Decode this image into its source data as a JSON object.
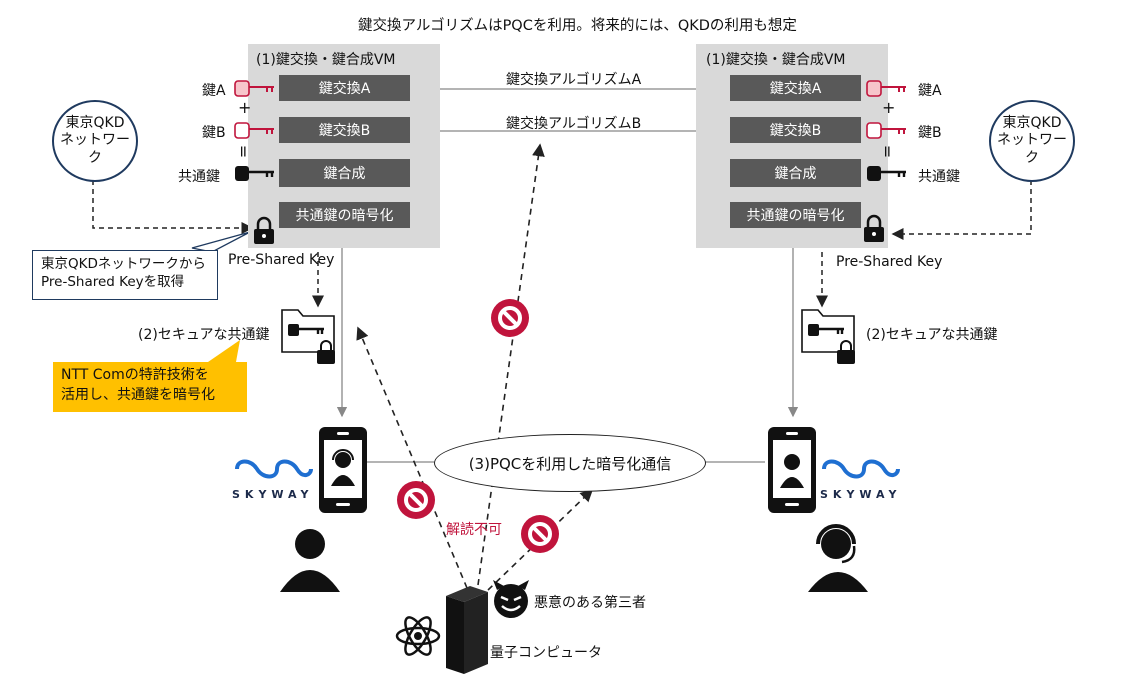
{
  "header": {
    "title": "鍵交換アルゴリズムはPQCを利用。将来的には、QKDの利用も想定"
  },
  "left_vm": {
    "title": "(1)鍵交換・鍵合成VM",
    "ops": [
      "鍵交換A",
      "鍵交換B",
      "鍵合成",
      "共通鍵の暗号化"
    ],
    "key_a": "鍵A",
    "key_b": "鍵B",
    "common_key": "共通鍵",
    "plus": "+",
    "equals": "="
  },
  "right_vm": {
    "title": "(1)鍵交換・鍵合成VM",
    "ops": [
      "鍵交換A",
      "鍵交換B",
      "鍵合成",
      "共通鍵の暗号化"
    ],
    "key_a": "鍵A",
    "key_b": "鍵B",
    "common_key": "共通鍵",
    "plus": "+",
    "equals": "="
  },
  "algorithms": {
    "a": "鍵交換アルゴリズムA",
    "b": "鍵交換アルゴリズムB"
  },
  "qkd": {
    "left": [
      "東京QKD",
      "ネットワーク"
    ],
    "right": [
      "東京QKD",
      "ネットワーク"
    ],
    "callout": [
      "東京QKDネットワークから",
      "Pre-Shared Keyを取得"
    ]
  },
  "psk": {
    "left": "Pre-Shared Key",
    "right": "Pre-Shared Key"
  },
  "secure_key": {
    "left": "(2)セキュアな共通鍵",
    "right": "(2)セキュアな共通鍵"
  },
  "patent_note": [
    "NTT Comの特許技術を",
    "活用し、共通鍵を暗号化"
  ],
  "channel": "(3)PQCを利用した暗号化通信",
  "attack": {
    "undecipherable": "解読不可",
    "malicious": "悪意のある第三者",
    "quantum": "量子コンピュータ"
  },
  "brand": {
    "name": "SKYWAY"
  },
  "colors": {
    "vm_bg": "#d9d9d9",
    "op_bg": "#595959",
    "key_red": "#c0143c",
    "callout_yellow": "#ffc000",
    "brand_blue": "#1f6fd1"
  },
  "icons": [
    "key-icon",
    "lock-icon",
    "phone-icon",
    "person-icon",
    "operator-icon",
    "prohibited-icon",
    "devil-icon",
    "atom-icon",
    "server-icon",
    "skyway-logo"
  ]
}
